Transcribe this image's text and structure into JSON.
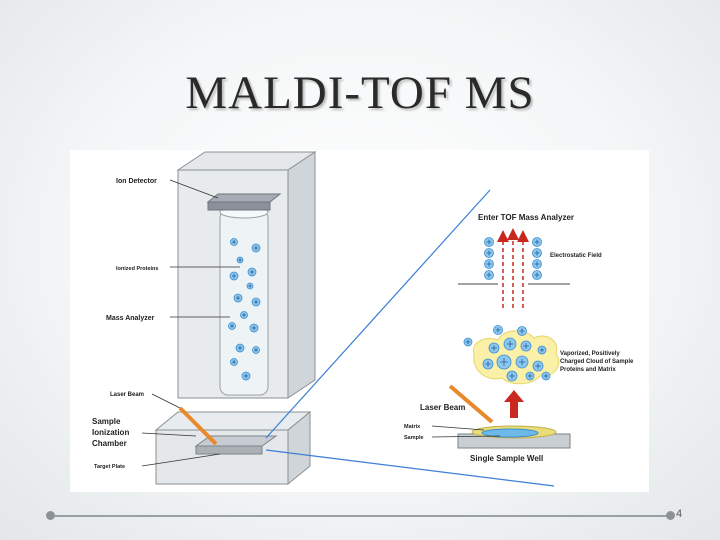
{
  "slide": {
    "title": "MALDI-TOF MS",
    "page_number": "4"
  },
  "diagram": {
    "labels": {
      "ion_detector": "Ion Detector",
      "ionized_proteins": "Ionized Proteins",
      "mass_analyzer": "Mass Analyzer",
      "laser_beam_left": "Laser Beam",
      "sample_ionization_chamber_1": "Sample",
      "sample_ionization_chamber_2": "Ionization",
      "sample_ionization_chamber_3": "Chamber",
      "target_plate": "Target Plate",
      "enter_tof": "Enter TOF Mass Analyzer",
      "electrostatic_field": "Electrostatic Field",
      "vapor_1": "Vaporized, Positively",
      "vapor_2": "Charged Cloud of Sample",
      "vapor_3": "Proteins and Matrix",
      "laser_beam_right": "Laser Beam",
      "matrix": "Matrix",
      "sample": "Sample",
      "single_sample_well": "Single Sample Well"
    },
    "colors": {
      "ion_fill": "#8fc7ef",
      "ion_stroke": "#3a8fd0",
      "laser": "#e8892a",
      "arrow_red": "#c8281e",
      "cloud": "#fbf0a8",
      "guide_line": "#3b7fd6"
    }
  }
}
